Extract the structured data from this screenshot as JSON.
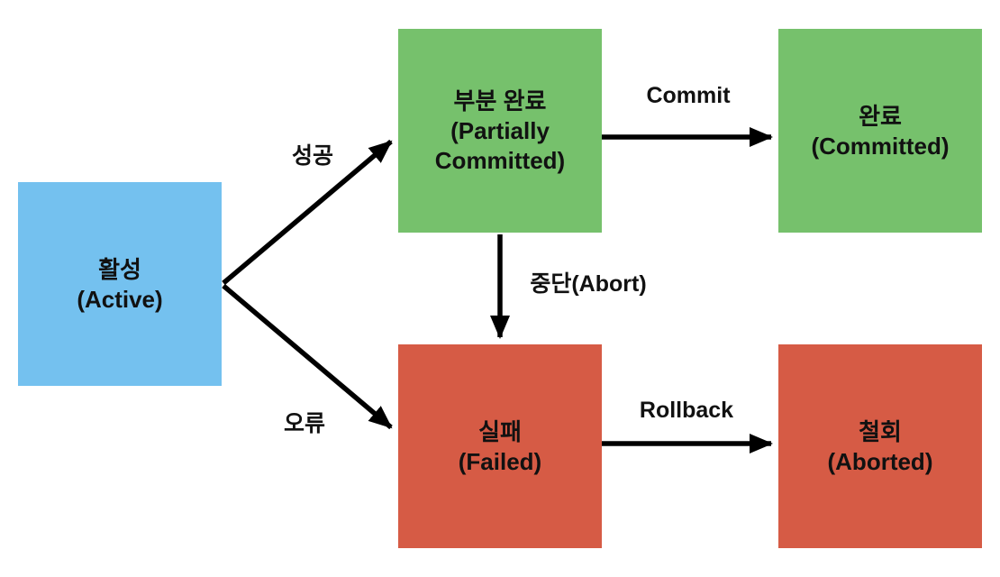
{
  "diagram": {
    "description": "Transaction state diagram (Korean): active, partially committed, committed, failed, aborted",
    "colors": {
      "active_blue": "#74C1EF",
      "success_green": "#76C16C",
      "failure_red": "#D65B45",
      "arrow_black": "#000000",
      "background": "#FFFFFF",
      "text": "#111111"
    },
    "nodes": {
      "active": {
        "line1": "활성",
        "line2": "(Active)",
        "color": "#74C1EF"
      },
      "partially_committed": {
        "line1": "부분 완료",
        "line2": "(Partially",
        "line3": "Committed)",
        "color": "#76C16C"
      },
      "committed": {
        "line1": "완료",
        "line2": "(Committed)",
        "color": "#76C16C"
      },
      "failed": {
        "line1": "실패",
        "line2": "(Failed)",
        "color": "#D65B45"
      },
      "aborted": {
        "line1": "철회",
        "line2": "(Aborted)",
        "color": "#D65B45"
      }
    },
    "edges": {
      "success": {
        "label": "성공",
        "from": "active",
        "to": "partially_committed"
      },
      "error": {
        "label": "오류",
        "from": "active",
        "to": "failed"
      },
      "commit": {
        "label": "Commit",
        "from": "partially_committed",
        "to": "committed"
      },
      "abort": {
        "label": "중단(Abort)",
        "from": "partially_committed",
        "to": "failed"
      },
      "rollback": {
        "label": "Rollback",
        "from": "failed",
        "to": "aborted"
      }
    }
  }
}
